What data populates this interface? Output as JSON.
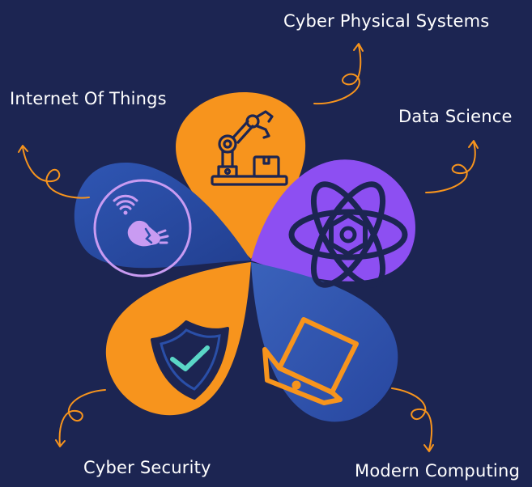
{
  "labels": {
    "cyber_physical_systems": "Cyber Physical Systems",
    "internet_of_things": "Internet Of Things",
    "data_science": "Data Science",
    "cyber_security": "Cyber Security",
    "modern_computing": "Modern Computing"
  },
  "colors": {
    "background": "#1c2552",
    "orange": "#f7941d",
    "blue": "#2a4fa8",
    "purple": "#8d4ff2",
    "icon_dark": "#1c2552",
    "iot_icon": "#c99bf2"
  },
  "petals": [
    {
      "topic": "cyber_physical_systems",
      "icon": "robot-arm-icon",
      "color": "orange"
    },
    {
      "topic": "data_science",
      "icon": "atom-icon",
      "color": "purple"
    },
    {
      "topic": "modern_computing",
      "icon": "laptop-icon",
      "color": "blue"
    },
    {
      "topic": "cyber_security",
      "icon": "shield-check-icon",
      "color": "orange"
    },
    {
      "topic": "internet_of_things",
      "icon": "smart-bulb-icon",
      "color": "blue"
    }
  ]
}
